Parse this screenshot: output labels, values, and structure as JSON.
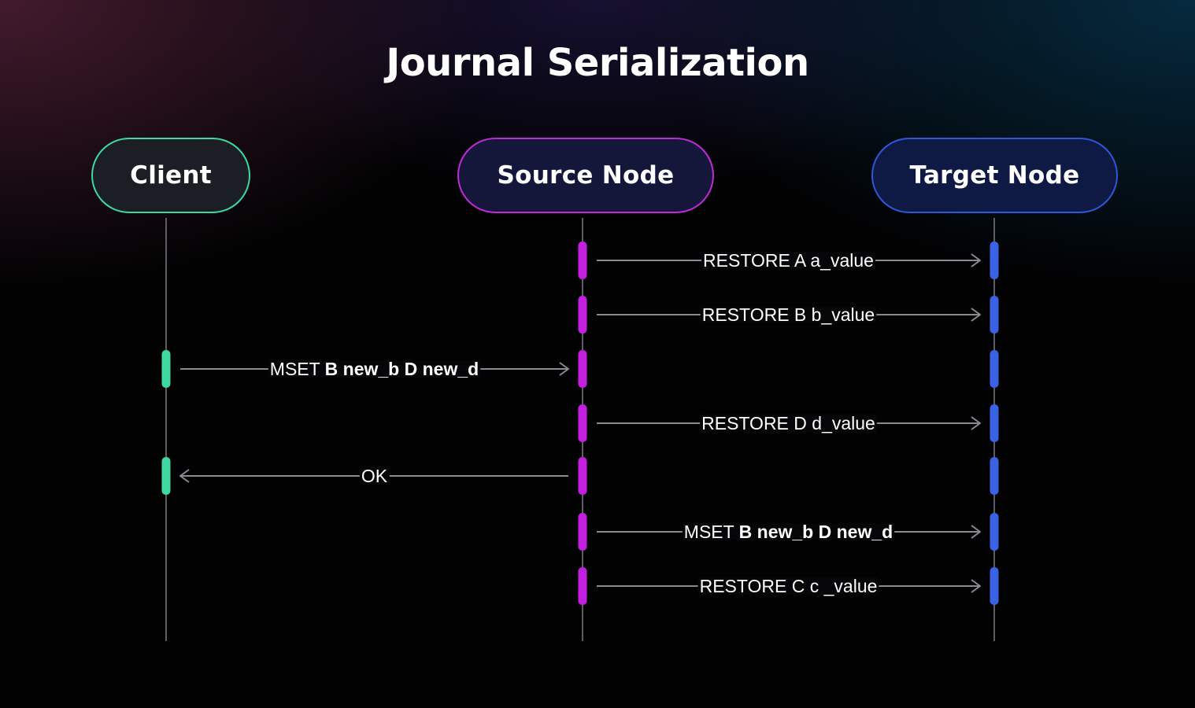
{
  "title": "Journal Serialization",
  "colors": {
    "client": "#3fd8a0",
    "source": "#c41ee0",
    "target": "#3a62e4",
    "lifeline": "#5d5d66",
    "arrow": "#8a8a94"
  },
  "participants": [
    {
      "id": "client",
      "label": "Client"
    },
    {
      "id": "source",
      "label": "Source Node"
    },
    {
      "id": "target",
      "label": "Target Node"
    }
  ],
  "messages": [
    {
      "from": "source",
      "to": "target",
      "parts": [
        {
          "text": "RESTORE A a_value",
          "bold": false
        }
      ]
    },
    {
      "from": "source",
      "to": "target",
      "parts": [
        {
          "text": "RESTORE B b_value",
          "bold": false
        }
      ]
    },
    {
      "from": "client",
      "to": "source",
      "parts": [
        {
          "text": "MSET ",
          "bold": false
        },
        {
          "text": "B new_b D new_d",
          "bold": true
        }
      ]
    },
    {
      "from": "source",
      "to": "target",
      "parts": [
        {
          "text": "RESTORE D d_value",
          "bold": false
        }
      ]
    },
    {
      "from": "source",
      "to": "client",
      "parts": [
        {
          "text": "OK",
          "bold": false
        }
      ]
    },
    {
      "from": "source",
      "to": "target",
      "parts": [
        {
          "text": "MSET ",
          "bold": false
        },
        {
          "text": "B new_b D new_d",
          "bold": true
        }
      ]
    },
    {
      "from": "source",
      "to": "target",
      "parts": [
        {
          "text": "RESTORE C c _value",
          "bold": false
        }
      ]
    }
  ],
  "activations": {
    "client": [
      2,
      4
    ],
    "source": [
      0,
      1,
      2,
      3,
      4,
      5,
      6
    ],
    "target": [
      0,
      1,
      2,
      3,
      4,
      5,
      6
    ]
  }
}
